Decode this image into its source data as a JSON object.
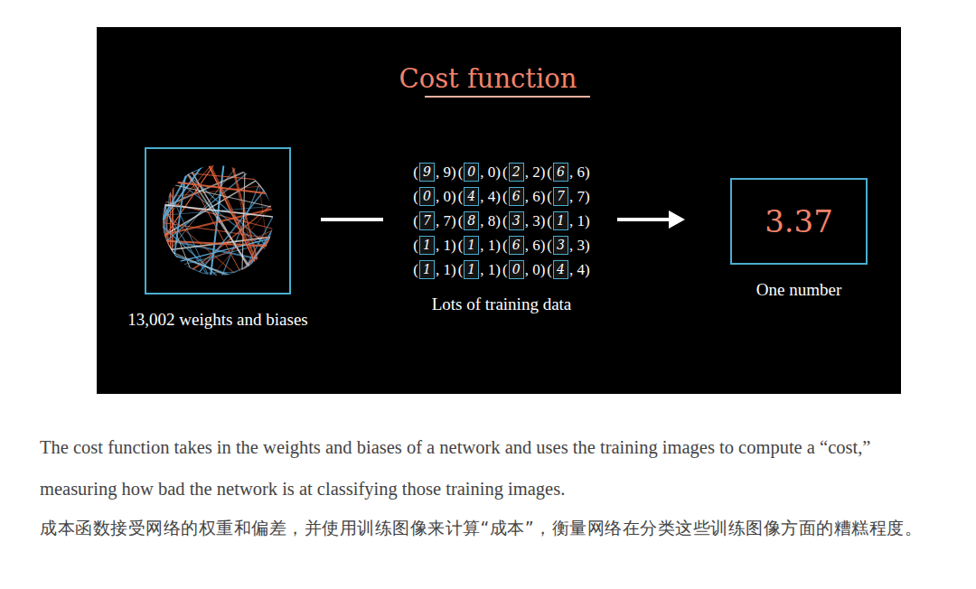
{
  "diagram": {
    "title": "Cost function",
    "caption": "The cost function takes in the weights and biases of a network and uses the training images to compute a “cost,” measuring how bad the network is at classifying those training images.",
    "nodes": [
      {
        "text": [
          "13,002 weights and biases"
        ]
      },
      {
        "text": [
          "3.37",
          "One number"
        ]
      }
    ],
    "labels": [
      "(",
      "9",
      ", 9)",
      "(",
      "0",
      ", 0)",
      "(",
      "2",
      ", 2)",
      "(",
      "6",
      ", 6)",
      "(",
      "0",
      ", 0)",
      "(",
      "4",
      ", 4)",
      "(",
      "6",
      ", 6)",
      "(",
      "7",
      ", 7)",
      "(",
      "7",
      ", 7)",
      "(",
      "8",
      ", 8)",
      "(",
      "3",
      ", 3)",
      "(",
      "1",
      ", 1)",
      "(",
      "1",
      ", 1)",
      "(",
      "1",
      ", 1)",
      "(",
      "6",
      ", 6)",
      "(",
      "3",
      ", 3)",
      "(",
      "1",
      ", 1)",
      "(",
      "1",
      ", 1)",
      "(",
      "0",
      ", 0)",
      "(",
      "4",
      ", 4)",
      "Lots of training data",
      "成本函数接受网络的权重和偏差，并使用训练图像来计算“成本”，衡量网络在分类这些训练图像方面的糟糕程度。"
    ]
  }
}
